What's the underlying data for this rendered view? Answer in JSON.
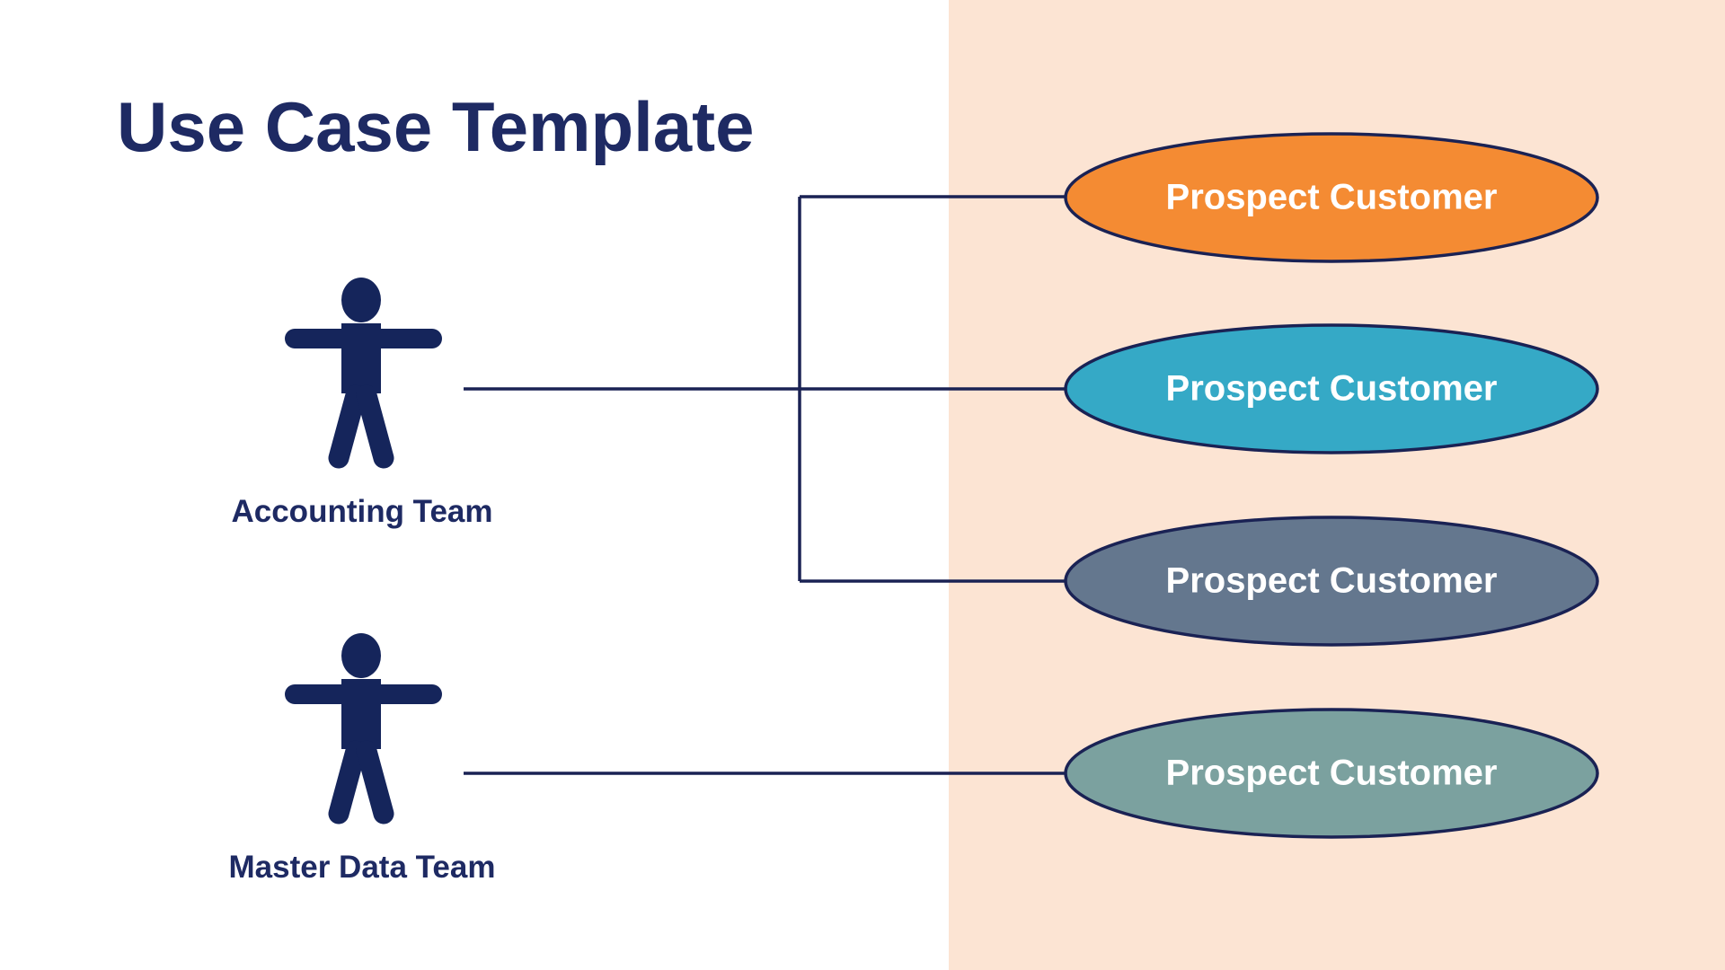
{
  "title": "Use Case Template",
  "palette": {
    "navy_text": "#1E2A63",
    "navy_shape": "#15255B",
    "connector_navy": "#1A2254",
    "panel_peach": "#FCE4D3",
    "canvas_white": "#FFFFFF",
    "usecase_text_white": "#FFFFFF"
  },
  "actors": [
    {
      "label": "Accounting Team"
    },
    {
      "label": "Master Data Team"
    }
  ],
  "use_cases": [
    {
      "label": "Prospect Customer",
      "fill": "#F48B33"
    },
    {
      "label": "Prospect Customer",
      "fill": "#35A9C6"
    },
    {
      "label": "Prospect Customer",
      "fill": "#64778E"
    },
    {
      "label": "Prospect Customer",
      "fill": "#7BA19F"
    }
  ],
  "connections": [
    {
      "from": "Accounting Team",
      "to": [
        "Prospect Customer (orange)",
        "Prospect Customer (teal)",
        "Prospect Customer (slate)"
      ]
    },
    {
      "from": "Master Data Team",
      "to": [
        "Prospect Customer (sage)"
      ]
    }
  ]
}
